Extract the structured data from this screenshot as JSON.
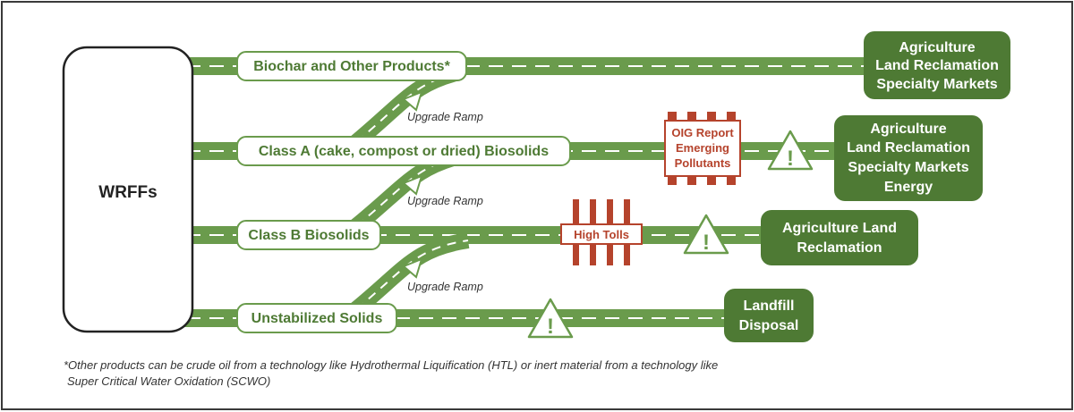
{
  "hub": {
    "label": "WRFFs"
  },
  "routes": [
    {
      "label": "Biochar and Other Products*",
      "destination": [
        "Agriculture",
        "Land Reclamation",
        "Specialty Markets"
      ]
    },
    {
      "label": "Class A (cake, compost or dried) Biosolids",
      "destination": [
        "Agriculture",
        "Land Reclamation",
        "Specialty Markets",
        "Energy"
      ]
    },
    {
      "label": "Class B Biosolids",
      "destination": [
        "Agriculture Land",
        "Reclamation"
      ]
    },
    {
      "label": "Unstabilized Solids",
      "destination": [
        "Landfill",
        "Disposal"
      ]
    }
  ],
  "ramps": [
    "Upgrade Ramp",
    "Upgrade Ramp",
    "Upgrade Ramp"
  ],
  "barriers": {
    "oig": [
      "OIG Report",
      "Emerging",
      "Pollutants"
    ],
    "tolls": "High Tolls"
  },
  "warning_icon": "exclamation-warning-icon",
  "footnote": [
    "*Other products can be crude oil from a technology like Hydrothermal Liquification (HTL) or inert material from a technology like",
    "Super Critical Water Oxidation (SCWO)"
  ],
  "colors": {
    "road": "#6a9b4c",
    "destination": "#4e7a34",
    "barrier": "#b5432c",
    "label_text": "#4e7a34"
  }
}
